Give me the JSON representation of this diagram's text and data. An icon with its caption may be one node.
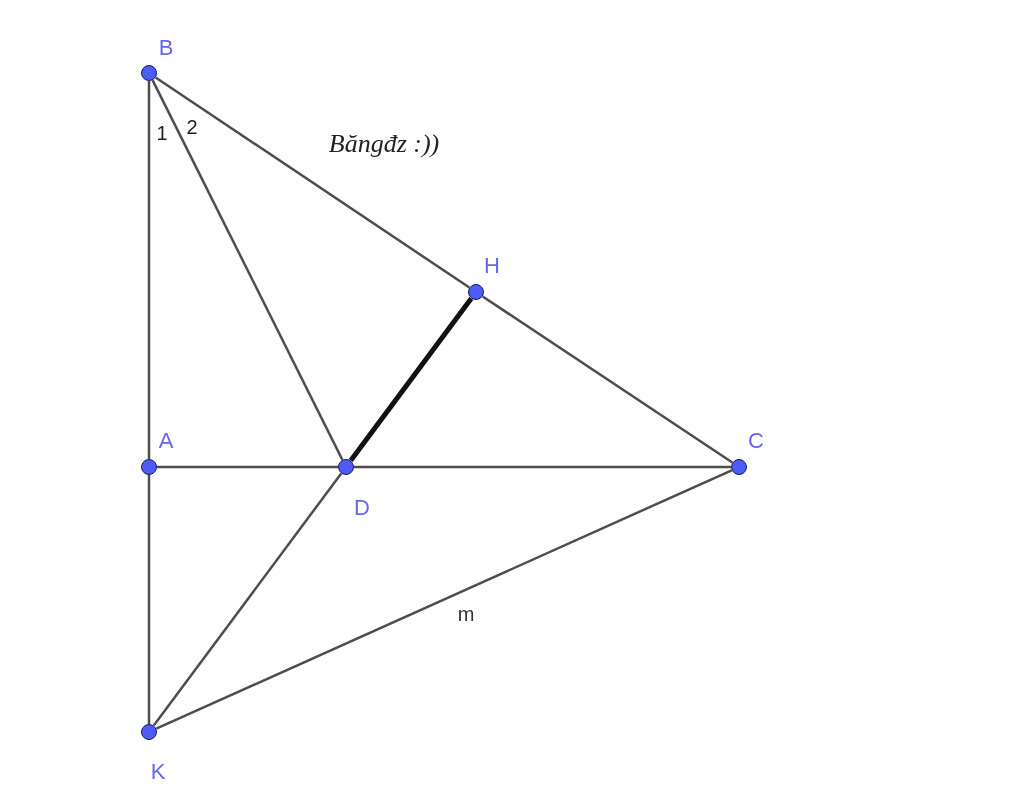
{
  "diagram": {
    "nodes": [
      {
        "text": [],
        "shape": "circle",
        "beside": [
          "B"
        ]
      },
      {
        "text": [],
        "shape": "circle",
        "beside": [
          "H"
        ]
      },
      {
        "text": [],
        "shape": "circle",
        "beside": [
          "A"
        ]
      },
      {
        "text": [],
        "shape": "circle",
        "beside": [
          "D"
        ]
      },
      {
        "text": [],
        "shape": "circle",
        "beside": [
          "C"
        ]
      },
      {
        "text": [],
        "shape": "circle",
        "beside": [
          "K"
        ]
      }
    ],
    "edges": [
      {
        "from": 0,
        "to": 2,
        "arrow": "none"
      },
      {
        "from": 2,
        "to": 5,
        "arrow": "none"
      },
      {
        "from": 0,
        "to": 3,
        "arrow": "none"
      },
      {
        "from": 0,
        "to": 1,
        "arrow": "none"
      },
      {
        "from": 1,
        "to": 4,
        "arrow": "none"
      },
      {
        "from": 2,
        "to": 3,
        "arrow": "none"
      },
      {
        "from": 3,
        "to": 4,
        "arrow": "none"
      },
      {
        "from": 3,
        "to": 1,
        "arrow": "none",
        "style": "thick",
        "color": "#111111"
      },
      {
        "from": 3,
        "to": 5,
        "arrow": "none"
      },
      {
        "from": 5,
        "to": 4,
        "arrow": "none",
        "label": "m"
      }
    ],
    "labels": [
      "1",
      "2",
      "Băngđz :))"
    ]
  }
}
